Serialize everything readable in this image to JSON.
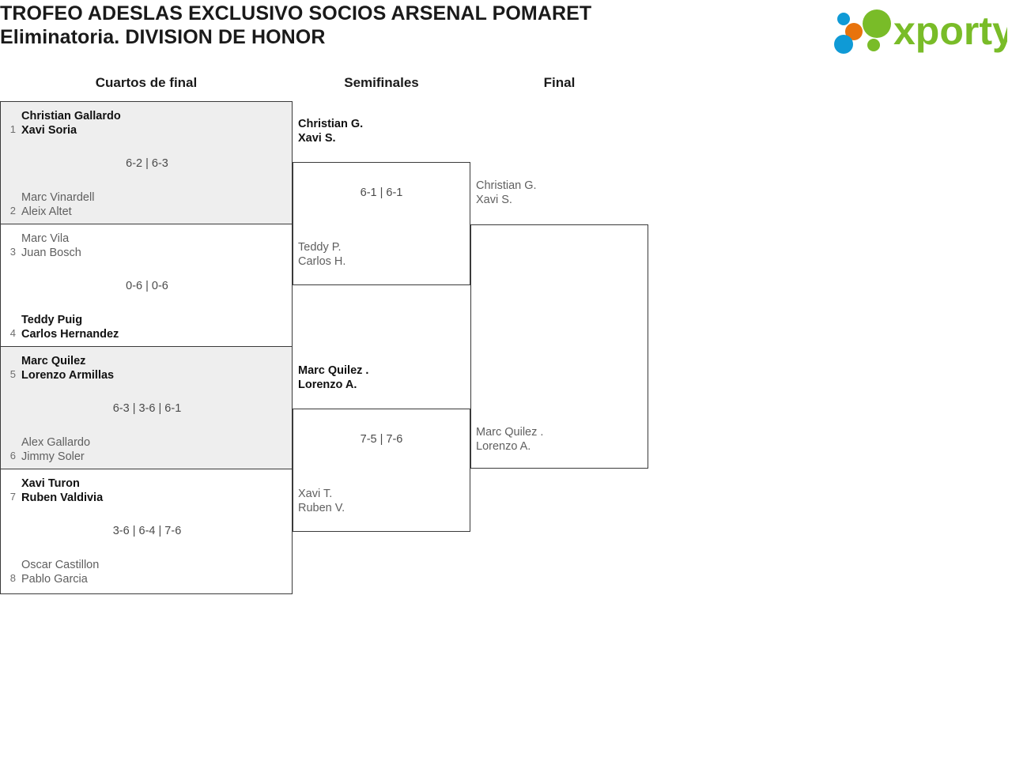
{
  "header": {
    "title_line1": "TROFEO ADESLAS EXCLUSIVO SOCIOS ARSENAL POMARET",
    "title_line2": "Eliminatoria. DIVISION DE HONOR",
    "logo_text": "xporty",
    "logo_colors": {
      "green": "#79bc28",
      "orange": "#e8730c",
      "blue": "#0f9ad6"
    }
  },
  "rounds": [
    {
      "name": "Cuartos de final"
    },
    {
      "name": "Semifinales"
    },
    {
      "name": "Final"
    }
  ],
  "quarterfinals": [
    {
      "score": "6-2 | 6-3",
      "shaded": true,
      "top": {
        "seed": "1",
        "p1": "Christian Gallardo",
        "p2": "Xavi Soria",
        "result": "winner"
      },
      "bottom": {
        "seed": "2",
        "p1": "Marc Vinardell",
        "p2": "Aleix Altet",
        "result": "loser"
      }
    },
    {
      "score": "0-6 | 0-6",
      "shaded": false,
      "top": {
        "seed": "3",
        "p1": "Marc Vila",
        "p2": "Juan Bosch",
        "result": "loser"
      },
      "bottom": {
        "seed": "4",
        "p1": "Teddy Puig",
        "p2": "Carlos Hernandez",
        "result": "winner"
      }
    },
    {
      "score": "6-3 | 3-6 | 6-1",
      "shaded": true,
      "top": {
        "seed": "5",
        "p1": "Marc Quilez",
        "p2": "Lorenzo Armillas",
        "result": "winner"
      },
      "bottom": {
        "seed": "6",
        "p1": "Alex Gallardo",
        "p2": "Jimmy Soler",
        "result": "loser"
      }
    },
    {
      "score": "3-6 | 6-4 | 7-6",
      "shaded": false,
      "top": {
        "seed": "7",
        "p1": "Xavi Turon",
        "p2": "Ruben Valdivia",
        "result": "winner"
      },
      "bottom": {
        "seed": "8",
        "p1": "Oscar Castillon",
        "p2": "Pablo Garcia",
        "result": "loser"
      }
    }
  ],
  "semifinals": [
    {
      "score": "6-1 | 6-1",
      "top": {
        "p1": "Christian G.",
        "p2": "Xavi S.",
        "result": "winner"
      },
      "bottom": {
        "p1": "Teddy P.",
        "p2": "Carlos H.",
        "result": "loser"
      }
    },
    {
      "score": "7-5 | 7-6",
      "top": {
        "p1": "Marc Quilez .",
        "p2": "Lorenzo A.",
        "result": "winner"
      },
      "bottom": {
        "p1": "Xavi T.",
        "p2": "Ruben V.",
        "result": "loser"
      }
    }
  ],
  "final": {
    "score": "",
    "top": {
      "p1": "Christian G.",
      "p2": "Xavi S.",
      "result": "neutral"
    },
    "bottom": {
      "p1": "Marc Quilez .",
      "p2": "Lorenzo A.",
      "result": "neutral"
    }
  }
}
